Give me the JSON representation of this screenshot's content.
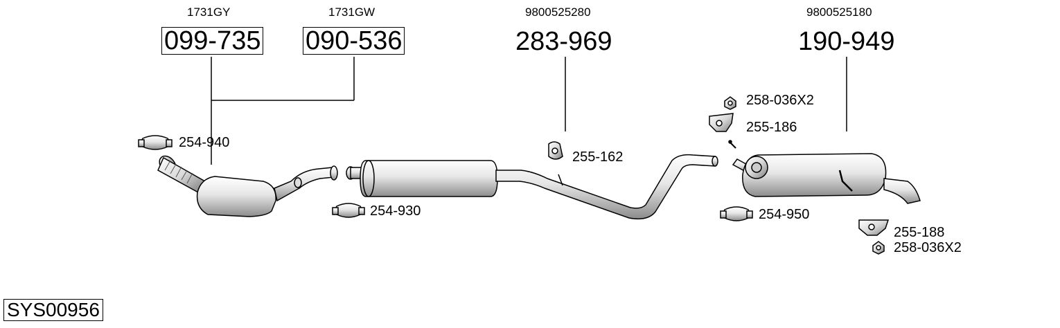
{
  "system_id": "SYS00956",
  "oem_numbers": {
    "cat_a": "1731GY",
    "cat_b": "1731GW",
    "middle": "9800525280",
    "rear": "9800525180"
  },
  "part_numbers": {
    "cat_a": "099-735",
    "cat_b": "090-536",
    "middle": "283-969",
    "rear": "190-949"
  },
  "fittings": {
    "clamp_front": "254-940",
    "clamp_mid": "254-930",
    "clamp_rear": "254-950",
    "hanger_mid": "255-162",
    "nut_top": "258-036X2",
    "hanger_top": "255-186",
    "hanger_bottom": "255-188",
    "nut_bottom": "258-036X2"
  }
}
